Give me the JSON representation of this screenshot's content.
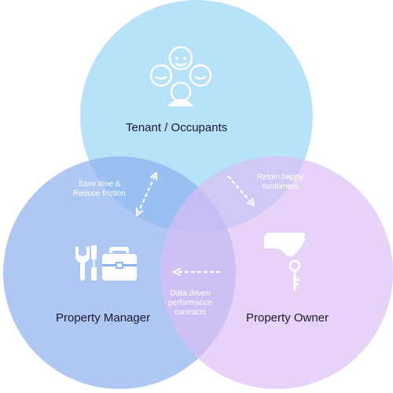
{
  "circles": {
    "tenant": {
      "label": "Tenant /  Occupants",
      "color": "#a7dcf5",
      "icon": "people-cluster-icon"
    },
    "manager": {
      "label": "Property Manager",
      "color": "#9cbaf0",
      "icon": "tools-toolbox-icon"
    },
    "owner": {
      "label": "Property Owner",
      "color": "#e2c5f5",
      "icon": "hand-with-key-icon"
    }
  },
  "relationships": {
    "tenant_manager": {
      "lines": [
        "Save time &",
        "Reduce friction"
      ],
      "direction": "bidirectional"
    },
    "tenant_owner": {
      "lines": [
        "Retain happy",
        "customers"
      ],
      "direction": "tenant-to-owner"
    },
    "owner_manager": {
      "lines": [
        "Data driven",
        "performance",
        "contracts"
      ],
      "direction": "owner-to-manager"
    }
  },
  "arrow_color": "#ffffff"
}
